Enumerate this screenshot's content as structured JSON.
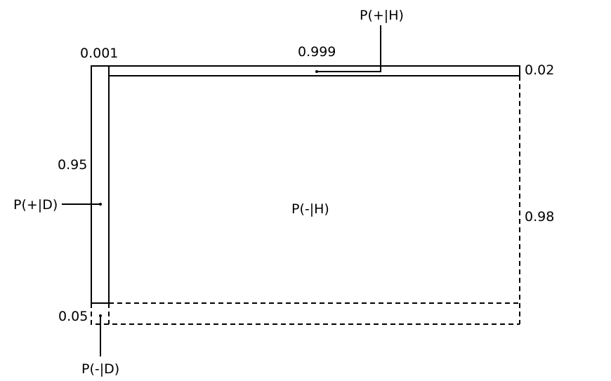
{
  "labels": {
    "prior": "0.001",
    "p_pos_given_h_value": "0.999",
    "p_pos_given_h_name": "P(+|H)",
    "fp_rate": "0.02",
    "sensitivity": "0.95",
    "p_pos_given_d_name": "P(+|D)",
    "p_neg_given_h_name": "P(-|H)",
    "specificity": "0.98",
    "miss_rate": "0.05",
    "p_neg_given_d_name": "P(-|D)"
  }
}
